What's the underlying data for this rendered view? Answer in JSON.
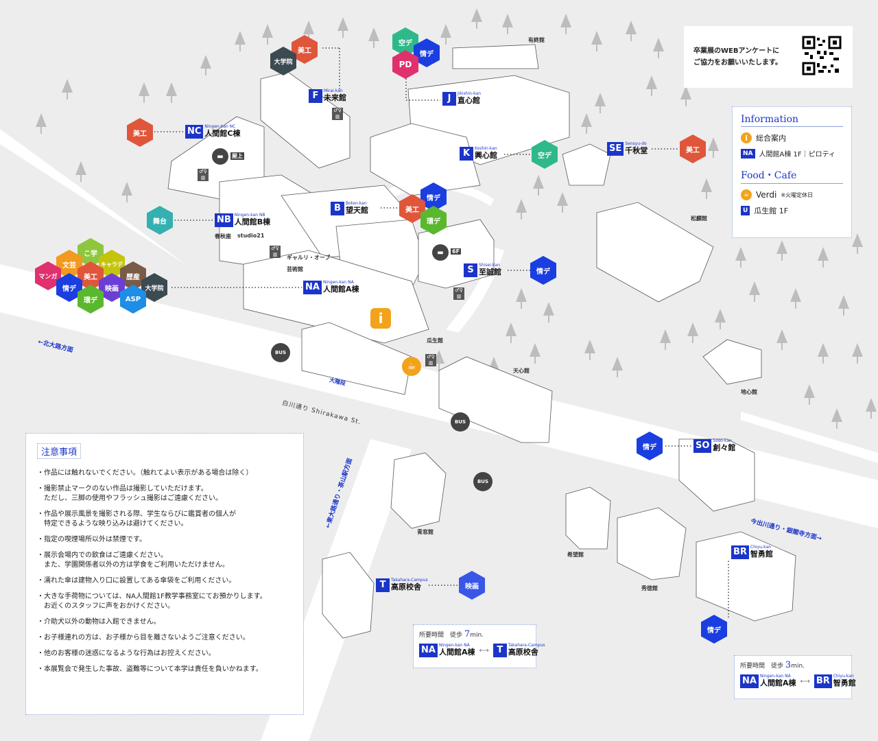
{
  "survey": {
    "line1": "卒業展のWEBアンケートに",
    "line2": "ご協力をお願いいたします。"
  },
  "info": {
    "heading": "Information",
    "general_label": "総合案内",
    "general_code": "NA",
    "general_place": "人間館A棟 1F｜ピロティ",
    "food_heading": "Food・Cafe",
    "cafe_name": "Verdi",
    "cafe_note": "※火曜定休日",
    "cafe2_code": "U",
    "cafe2_place": "瓜生館 1F"
  },
  "buildings": {
    "F": {
      "code": "F",
      "romaji": "Mirai-kan",
      "name": "未来館"
    },
    "J": {
      "code": "J",
      "romaji": "Jikishin-kan",
      "name": "直心館"
    },
    "NC": {
      "code": "NC",
      "romaji": "Ningen-kan NC",
      "name": "人間館C棟"
    },
    "K": {
      "code": "K",
      "romaji": "Koshin-kan",
      "name": "興心館"
    },
    "SE": {
      "code": "SE",
      "romaji": "Sensyu-do",
      "name": "千秋堂"
    },
    "B": {
      "code": "B",
      "romaji": "Boten-kan",
      "name": "望天館"
    },
    "NB": {
      "code": "NB",
      "romaji": "Ningen-kan NB",
      "name": "人間館B棟"
    },
    "S": {
      "code": "S",
      "romaji": "Shisei-kan",
      "name": "至誠館"
    },
    "NA": {
      "code": "NA",
      "romaji": "Ningen-kan NA",
      "name": "人間館A棟"
    },
    "SO": {
      "code": "SO",
      "romaji": "Soso-kan",
      "name": "創々館"
    },
    "BR": {
      "code": "BR",
      "romaji": "Chiyu-kan",
      "name": "智勇館"
    },
    "T": {
      "code": "T",
      "romaji": "Takahara-Campus",
      "name": "高原校舎"
    }
  },
  "labels": {
    "yushu": "有終館",
    "shorin": "松麟館",
    "tenshin": "天心館",
    "chishin": "地心館",
    "uryu": "瓜生館",
    "daikaidan": "大階段",
    "geijutsu": "芸術館",
    "gallery": "ギャルリ・オーブ",
    "shunju": "春秋座",
    "studio": "studio21",
    "seiso": "青窓館",
    "kibo": "希望館",
    "shutoku": "秀徳館",
    "okujo": "屋上",
    "sixf": "6F"
  },
  "streets": {
    "kitaoji": "←北大路方面",
    "shirakawa": "白川通り Shirakawa St.",
    "higashioji": "←東大路通り・茶山駅方面",
    "imadegawa": "今出川通り・銀閣寺方面→"
  },
  "hexes": [
    {
      "text": "空デ",
      "color": "#2fb98a"
    },
    {
      "text": "情デ",
      "color": "#1b3ee0"
    },
    {
      "text": "PD",
      "color": "#e0306e"
    },
    {
      "text": "美工",
      "color": "#e0563b"
    },
    {
      "text": "大学院",
      "color": "#3c4a52"
    },
    {
      "text": "美工",
      "color": "#e0563b"
    },
    {
      "text": "空デ",
      "color": "#2fb98a"
    },
    {
      "text": "美工",
      "color": "#e0563b"
    },
    {
      "text": "情デ",
      "color": "#1b3ee0"
    },
    {
      "text": "美工",
      "color": "#e0563b"
    },
    {
      "text": "環デ",
      "color": "#5ab82e"
    },
    {
      "text": "舞台",
      "color": "#34b0b0"
    },
    {
      "text": "情デ",
      "color": "#1b3ee0"
    },
    {
      "text": "こ学",
      "color": "#8ec63f"
    },
    {
      "text": "文芸",
      "color": "#f29a1e"
    },
    {
      "text": "キャラデ",
      "color": "#c4c40e"
    },
    {
      "text": "マンガ",
      "color": "#e0306e"
    },
    {
      "text": "美工",
      "color": "#e0563b"
    },
    {
      "text": "歴産",
      "color": "#7a5b48"
    },
    {
      "text": "情デ",
      "color": "#1b3ee0"
    },
    {
      "text": "映画",
      "color": "#6b3fd6"
    },
    {
      "text": "大学院",
      "color": "#3c4a52"
    },
    {
      "text": "環デ",
      "color": "#5ab82e"
    },
    {
      "text": "ASP",
      "color": "#1d8ee6"
    },
    {
      "text": "情デ",
      "color": "#1b3ee0"
    },
    {
      "text": "映画",
      "color": "#3a56e6"
    },
    {
      "text": "情デ",
      "color": "#1b3ee0"
    }
  ],
  "notes": {
    "title": "注意事項",
    "items": [
      "・作品には触れないでください。（触れてよい表示がある場合は除く）",
      "・撮影禁止マークのない作品は撮影していただけます。\n　ただし、三脚の使用やフラッシュ撮影はご遠慮ください。",
      "・作品や展示風景を撮影される際、学生ならびに鑑賞者の個人が\n　特定できるような映り込みは避けてください。",
      "・指定の喫煙場所以外は禁煙です。",
      "・展示会場内での飲食はご遠慮ください。\n　また、学園関係者以外の方は学食をご利用いただけません。",
      "・濡れた傘は建物入り口に設置してある傘袋をご利用ください。",
      "・大きな手荷物については、NA人間館1F教学事務室にてお預かりします。\n　お近くのスタッフに声をおかけください。",
      "・介助犬以外の動物は入館できません。",
      "・お子様連れの方は、お子様から目を離さないようご注意ください。",
      "・他のお客様の迷惑になるような行為はお控えください。",
      "・本展覧会で発生した事故、盗難等について本学は責任を負いかねます。"
    ]
  },
  "walk1": {
    "title": "所要時間",
    "walk": "徒歩",
    "mins": "7",
    "unit": "min."
  },
  "walk2": {
    "title": "所要時間",
    "walk": "徒歩",
    "mins": "3",
    "unit": "min."
  },
  "colors": {
    "accent": "#1b35c9",
    "info": "#f2a31b"
  }
}
